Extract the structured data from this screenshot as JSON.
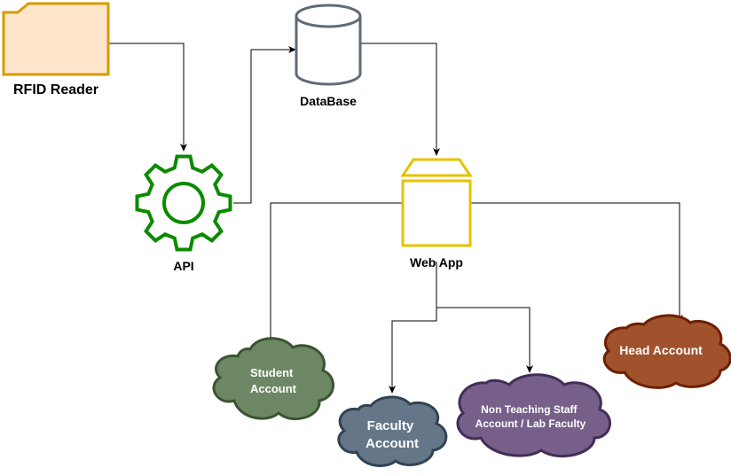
{
  "nodes": {
    "rfid_reader": {
      "label": "RFID Reader",
      "fill": "#ffe6cc",
      "stroke": "#d79b00"
    },
    "database": {
      "label": "DataBase",
      "fill": "#ffffff",
      "stroke": "#5f6b7a"
    },
    "api": {
      "label": "API",
      "stroke": "#0d8a00"
    },
    "web_app": {
      "label": "Web App",
      "fill": "#ffffff",
      "stroke": "#e6c200"
    },
    "student_account": {
      "label_line1": "Student",
      "label_line2": "Account",
      "fill": "#6d8764",
      "stroke": "#3a5431"
    },
    "faculty_account": {
      "label_line1": "Faculty",
      "label_line2": "Account",
      "fill": "#647687",
      "stroke": "#314354"
    },
    "non_teaching_account": {
      "label_line1": "Non Teaching Staff",
      "label_line2": "Account / Lab Faculty",
      "fill": "#76608a",
      "stroke": "#432d57"
    },
    "head_account": {
      "label": "Head Account",
      "fill": "#a0522d",
      "stroke": "#6d1f00"
    }
  },
  "edges": [
    {
      "from": "rfid_reader",
      "to": "api"
    },
    {
      "from": "api",
      "to": "database"
    },
    {
      "from": "database",
      "to": "web_app"
    },
    {
      "from": "web_app",
      "to": "student_account"
    },
    {
      "from": "web_app",
      "to": "faculty_account"
    },
    {
      "from": "web_app",
      "to": "non_teaching_account"
    },
    {
      "from": "web_app",
      "to": "head_account"
    }
  ]
}
